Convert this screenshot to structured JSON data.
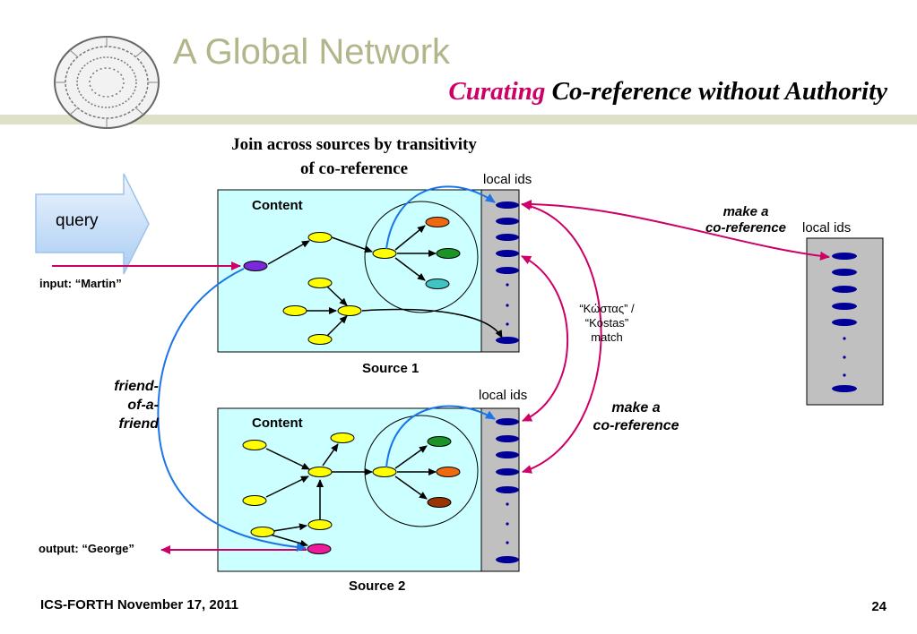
{
  "slide": {
    "title": "A Global Network",
    "subtitle_accent": "Curating",
    "subtitle_rest": "Co-reference without Authority",
    "heading_line1": "Join across sources by transitivity",
    "heading_line2": "of co-reference"
  },
  "labels": {
    "query": "query",
    "input": "input: “Martin”",
    "output": "output: “George”",
    "content1": "Content",
    "content2": "Content",
    "source1": "Source 1",
    "source2": "Source 2",
    "local_ids_1": "local ids",
    "local_ids_2": "local ids",
    "local_ids_3": "local ids",
    "make_coref_1_line1": "make a",
    "make_coref_1_line2": "co-reference",
    "make_coref_2_line1": "make a",
    "make_coref_2_line2": "co-reference",
    "match_line1": "“Κώστας” /",
    "match_line2": "“Kostas”",
    "match_line3": "match",
    "faf_line1": "friend-",
    "faf_line2": "of-a-",
    "faf_line3": "friend"
  },
  "footer": {
    "left": "ICS-FORTH November 17, 2011",
    "page": "24"
  },
  "colors": {
    "title": "#b3b58a",
    "accent": "#cc0066",
    "content_bg": "#ccffff",
    "id_panel": "#c0c0c0",
    "id_ellipse": "#000099",
    "node_yellow": "#ffff00",
    "arrow_blue": "#1a75e8",
    "arrow_magenta": "#cc0066"
  }
}
